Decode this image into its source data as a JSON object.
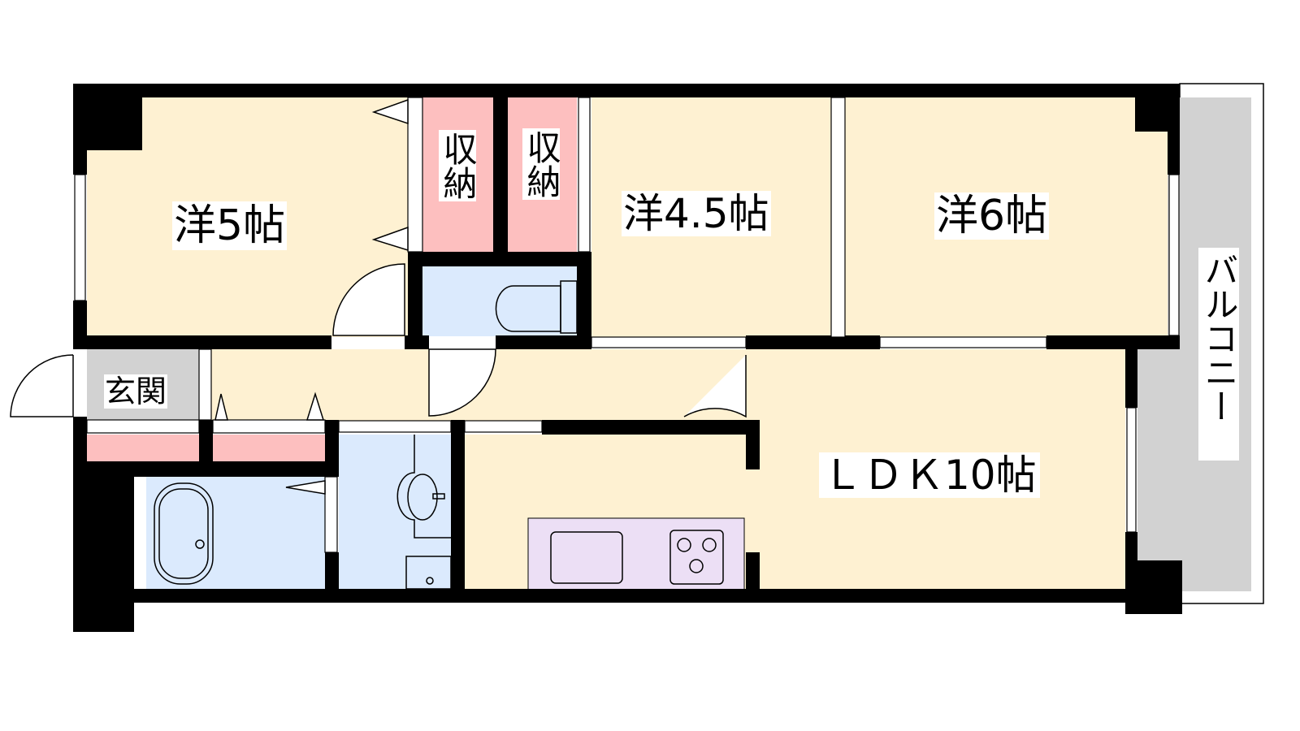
{
  "rooms": {
    "western_5": "洋5帖",
    "storage_1": "収納",
    "storage_2": "収納",
    "western_4_5": "洋4.5帖",
    "western_6": "洋6帖",
    "entrance": "玄関",
    "ldk": "ＬＤＫ10帖",
    "balcony": "バルコニー"
  },
  "colors": {
    "room": "#fef1d2",
    "storage": "#fdbfbf",
    "wet": "#dbeafd",
    "entrance": "#d2d2d2",
    "kitchen": "#ecdff5",
    "balcony": "#d2d2d2",
    "wall": "#000000"
  }
}
